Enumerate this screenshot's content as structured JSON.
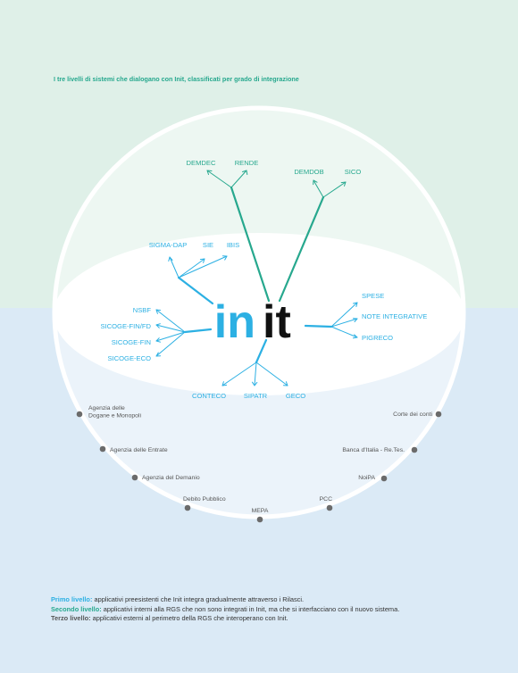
{
  "title": "I tre livelli di sistemi che dialogano con Init, classificati per grado di integrazione",
  "logo": {
    "text_left": "in",
    "text_right": "it"
  },
  "colors": {
    "primary_blue": "#2cb0e3",
    "secondary_green": "#27a88e",
    "tertiary_gray": "#6b6b6b",
    "bg_top": "#dff0e8",
    "bg_bottom": "#dbeaf6"
  },
  "second_level": {
    "groups": [
      {
        "items": [
          "DEMDEC",
          "RENDE"
        ]
      },
      {
        "items": [
          "DEMDOB",
          "SICO"
        ]
      }
    ]
  },
  "first_level": {
    "top_group": [
      "SIGMA-DAP",
      "SIE",
      "IBIS"
    ],
    "left_group": [
      "NSBF",
      "SICOGE-FIN/FD",
      "SICOGE-FIN",
      "SICOGE-ECO"
    ],
    "bottom_group": [
      "CONTECO",
      "SIPATR",
      "GECO"
    ],
    "right_group": [
      "SPESE",
      "NOTE INTEGRATIVE",
      "PIGRECO"
    ]
  },
  "third_level": {
    "points": [
      "Agenzia delle\nDogane e Monopoli",
      "Agenzia delle Entrate",
      "Agenzia del Demanio",
      "Debito Pubblico",
      "MEPA",
      "PCC",
      "NoiPA",
      "Banca d'Italia - Re.Tes.",
      "Corte dei conti"
    ]
  },
  "legend": {
    "first_key": "Primo livello:",
    "first_text": " applicativi preesistenti che Init integra gradualmente attraverso i Rilasci.",
    "second_key": "Secondo livello:",
    "second_text": " applicativi interni alla RGS che non sono integrati in Init, ma che si interfacciano con il nuovo sistema.",
    "third_key": "Terzo livello:",
    "third_text": " applicativi esterni al perimetro della RGS che interoperano con Init."
  }
}
